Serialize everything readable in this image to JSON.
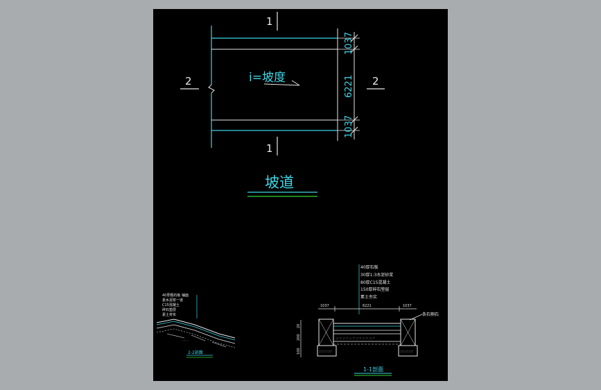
{
  "drawing": {
    "section_marks": {
      "s1_top": "1",
      "s1_bottom": "1",
      "s2_left": "2",
      "s2_right": "2"
    },
    "slope_label": "i=坡度",
    "dims": {
      "top": "1037",
      "middle": "6221",
      "bottom": "1037"
    },
    "plan_title": "坡道",
    "left_detail": {
      "callouts": [
        "40厚粗石板 铺面",
        "素水泥浆一道",
        "C15混凝土",
        "碎石垫层",
        "素土夯实"
      ],
      "title": "2-2剖面"
    },
    "section_detail": {
      "callouts": [
        "40厚石板",
        "30厚1:3水泥砂浆",
        "80厚C15混凝土",
        "150厚碎石垫层",
        "素土夯实"
      ],
      "dims_top": [
        "1037",
        "6221",
        "1037"
      ],
      "side_label": "条石侧石",
      "left_dims": [
        "20",
        "200",
        "100"
      ],
      "title": "1-1剖面"
    },
    "colors": {
      "background": "#000000",
      "frame": "#a9acaf",
      "cyan": "#3fd6e6",
      "white": "#e8e8e8",
      "green": "#2fd62f"
    }
  }
}
